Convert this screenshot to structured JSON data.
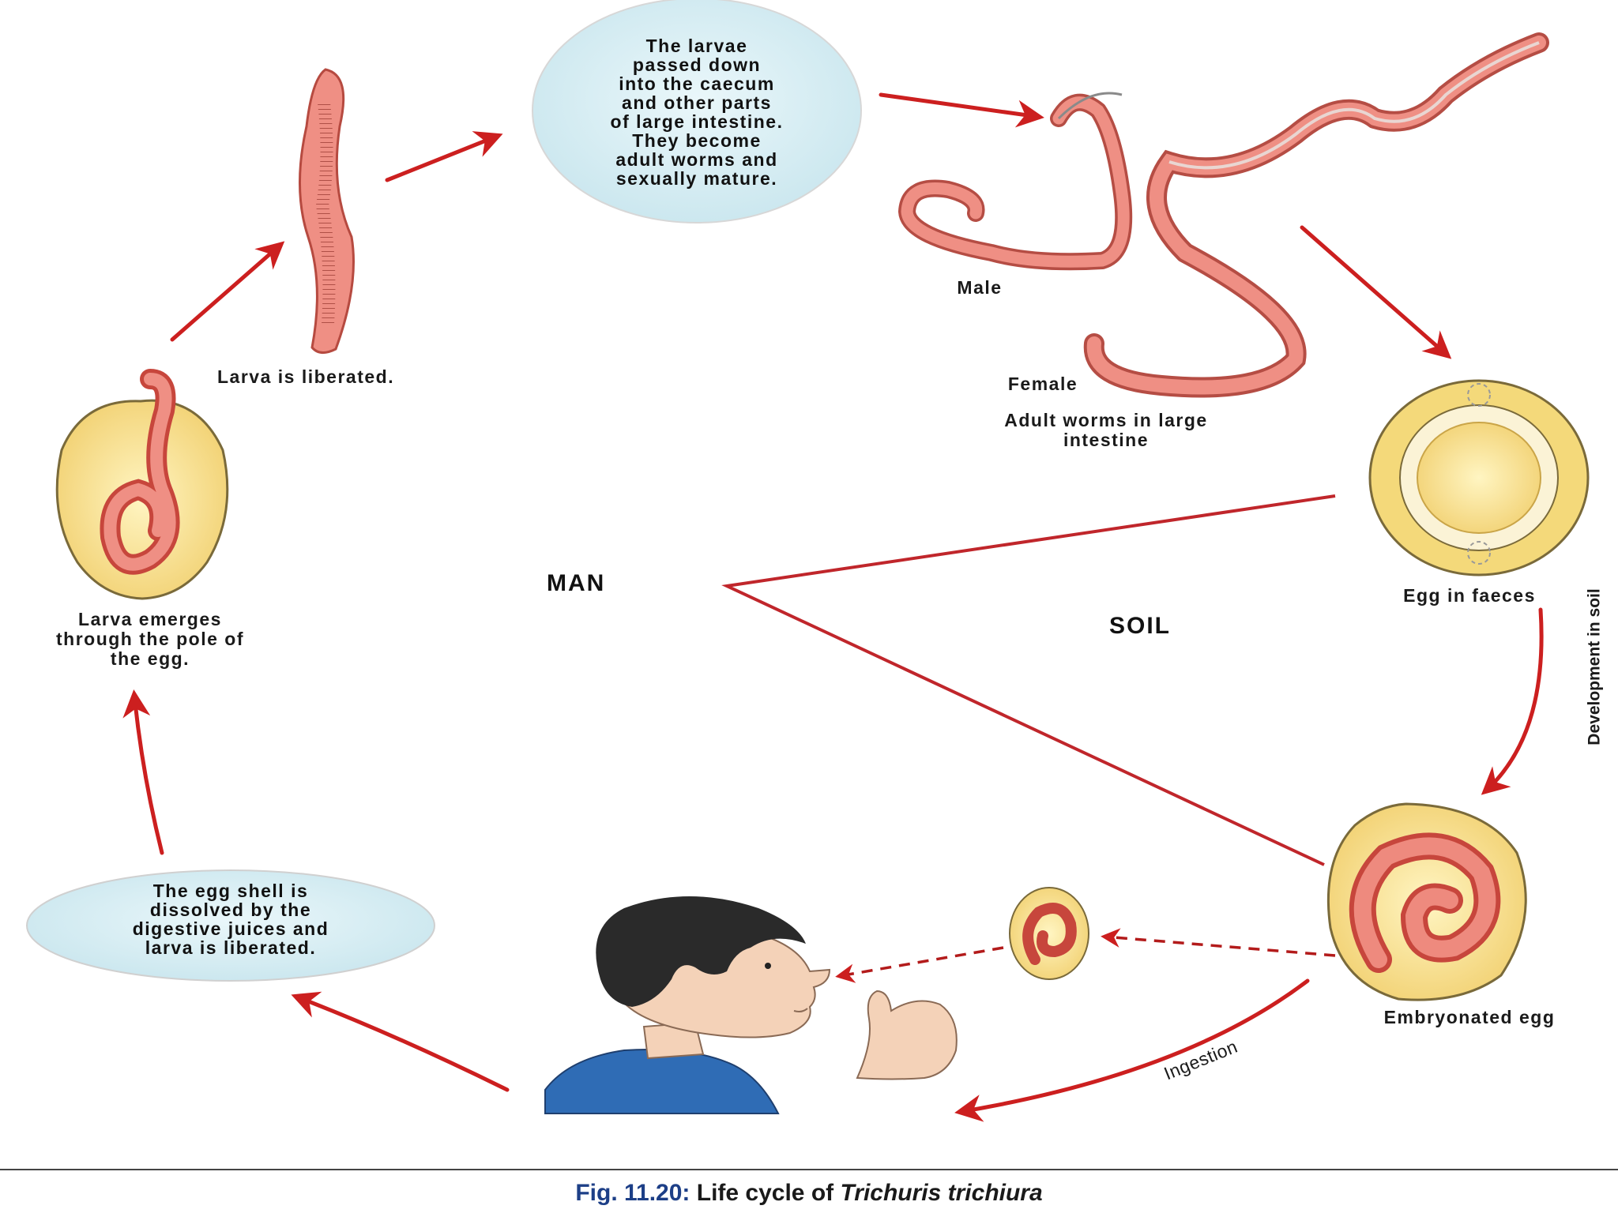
{
  "bubbles": {
    "top": "The larvae\npassed down\ninto the caecum\nand other parts\nof large intestine.\nThey become\nadult worms and\nsexually mature.",
    "bottom": "The egg shell is\ndissolved by the\ndigestive juices and\nlarva is liberated."
  },
  "labels": {
    "larva_liberated": "Larva is liberated.",
    "larva_emerges": "Larva emerges\nthrough the pole of\nthe egg.",
    "male": "Male",
    "female": "Female",
    "adult_worms": "Adult worms in large\nintestine",
    "egg_in_faeces": "Egg in faeces",
    "development_in_soil": "Development in soil",
    "embryonated_egg": "Embryonated egg",
    "ingestion": "Ingestion"
  },
  "regions": {
    "man": "MAN",
    "soil": "SOIL"
  },
  "caption": {
    "fig_number": "Fig. 11.20:",
    "prefix": " Life cycle of ",
    "species": "Trichuris trichiura"
  },
  "colors": {
    "arrow": "#cc1f1f",
    "worm_fill": "#ef8f84",
    "worm_dark": "#c94a3f",
    "egg_outer": "#f6dc8a",
    "egg_inner": "#fff2bd",
    "bubble": "#d8eef4",
    "skin": "#f4d2b8",
    "hair": "#2a2a2a",
    "shirt": "#2f6cb5",
    "caption_blue": "#1d3f87"
  }
}
